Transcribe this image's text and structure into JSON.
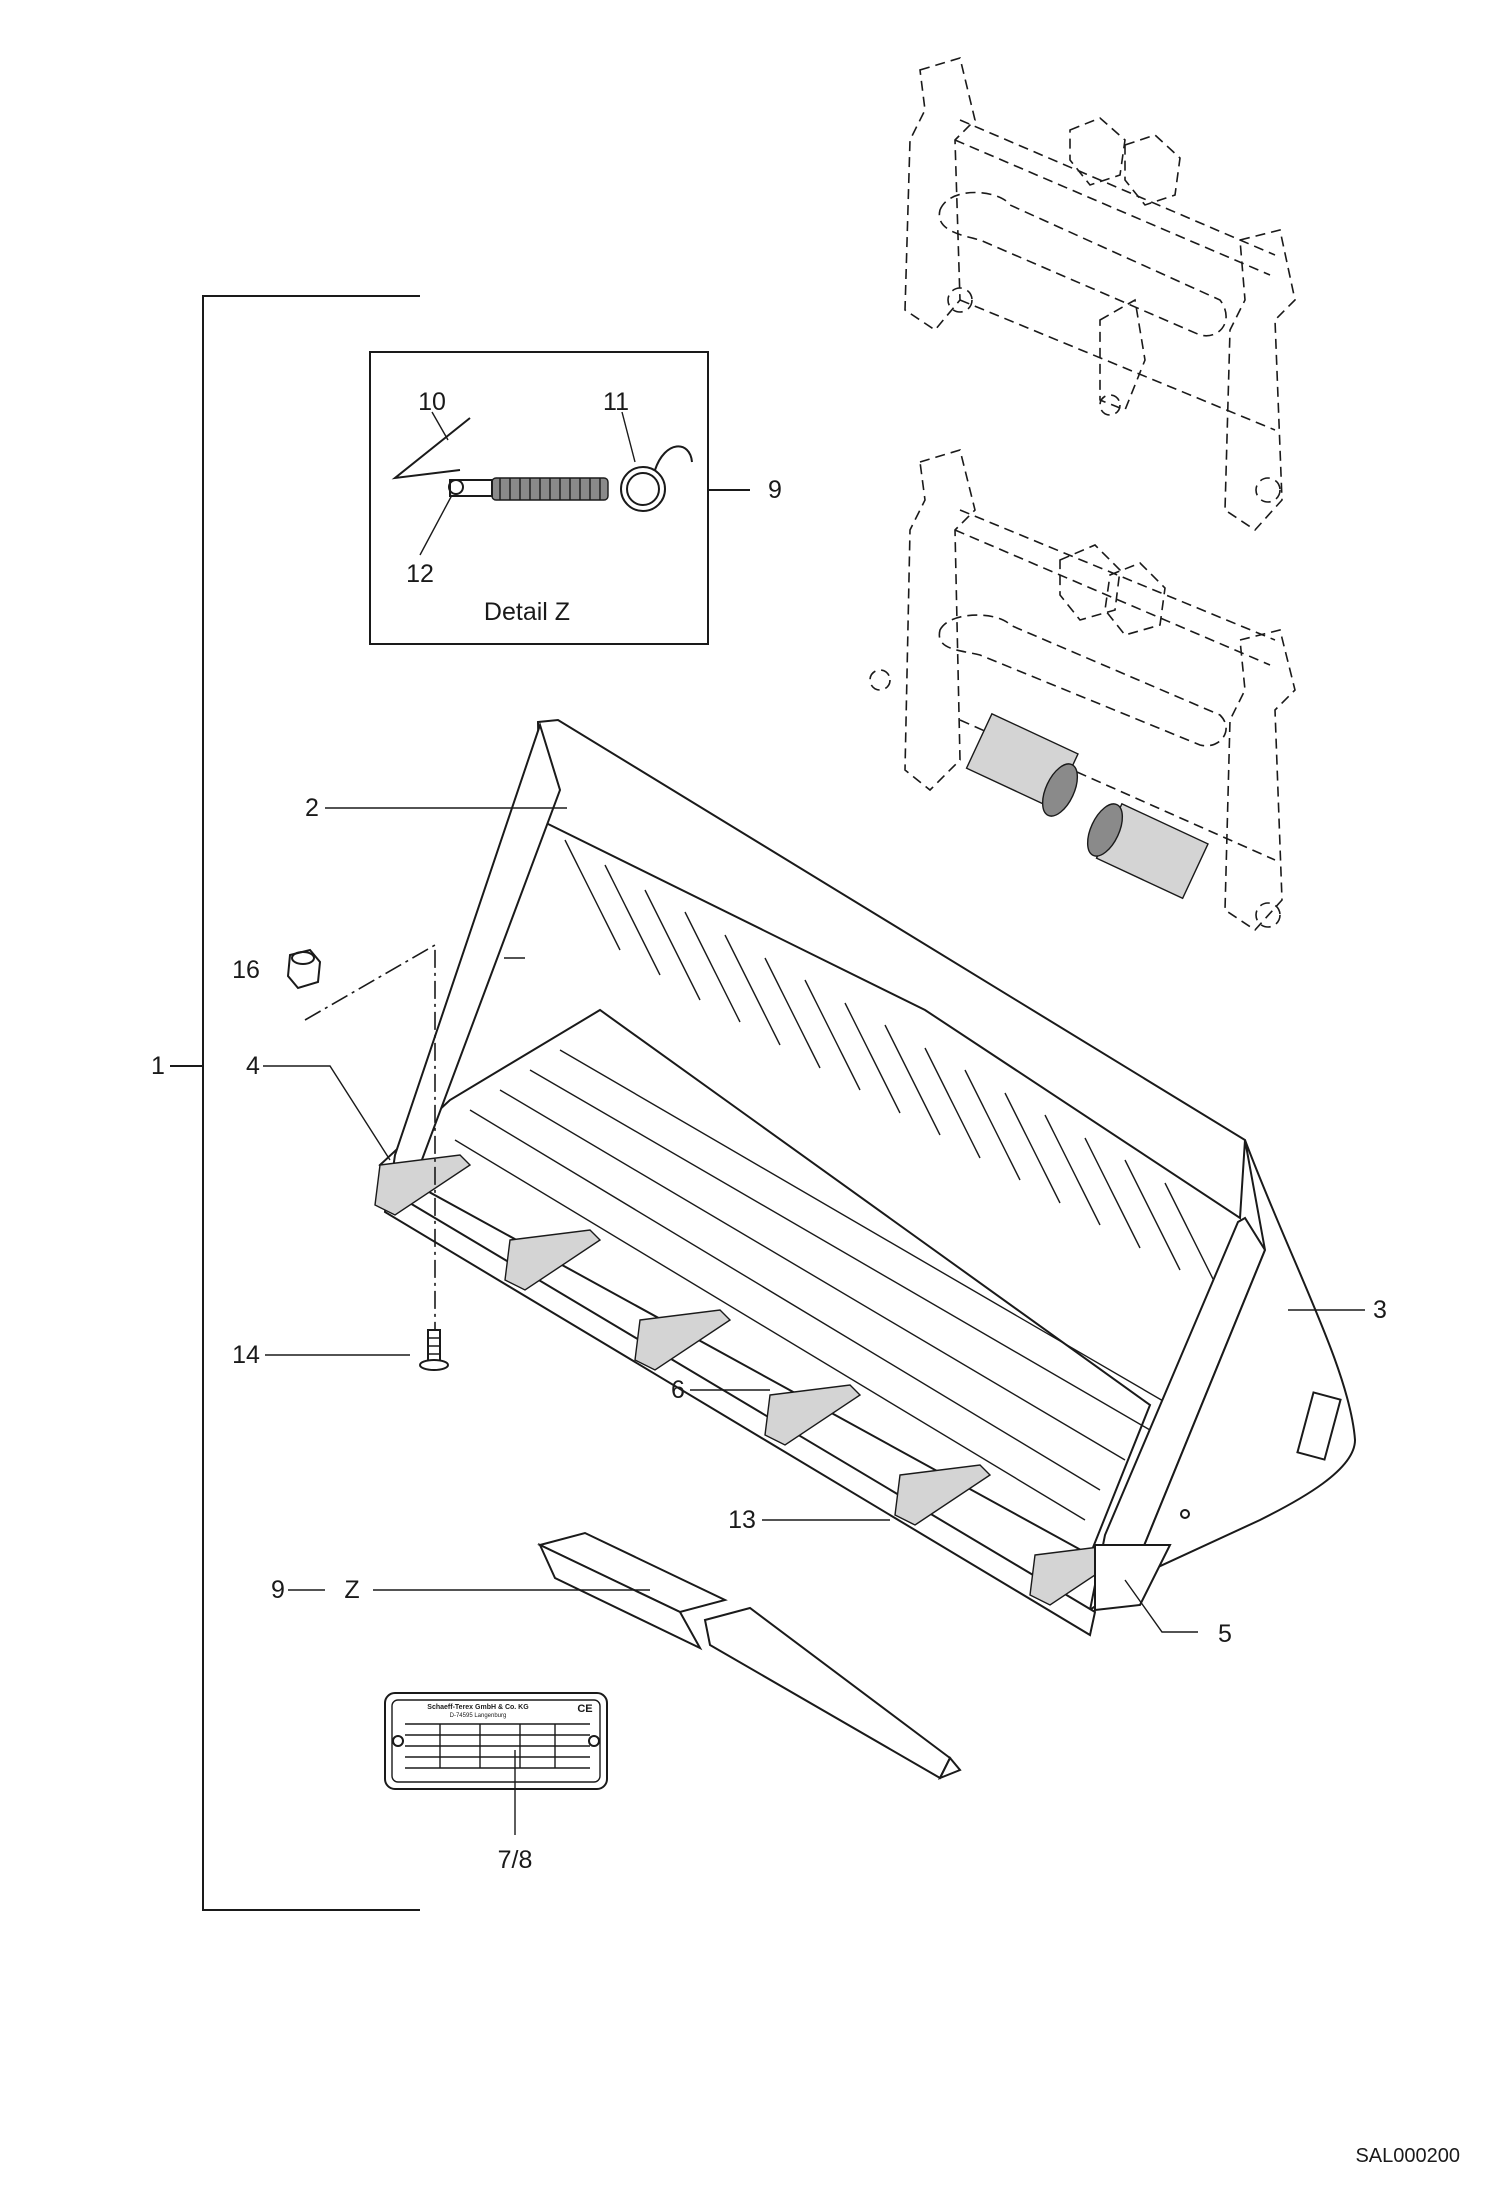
{
  "detail_box": {
    "title": "Detail Z"
  },
  "callouts": [
    "1",
    "2",
    "3",
    "4",
    "5",
    "6",
    "7/8",
    "9",
    "9",
    "10",
    "11",
    "12",
    "13",
    "14",
    "16",
    "Z"
  ],
  "drawing_code": "SAL000200",
  "nameplate_text": [
    "Schaeff-Terex GmbH & Co. KG",
    "D-74595 Langenburg",
    "CE"
  ]
}
